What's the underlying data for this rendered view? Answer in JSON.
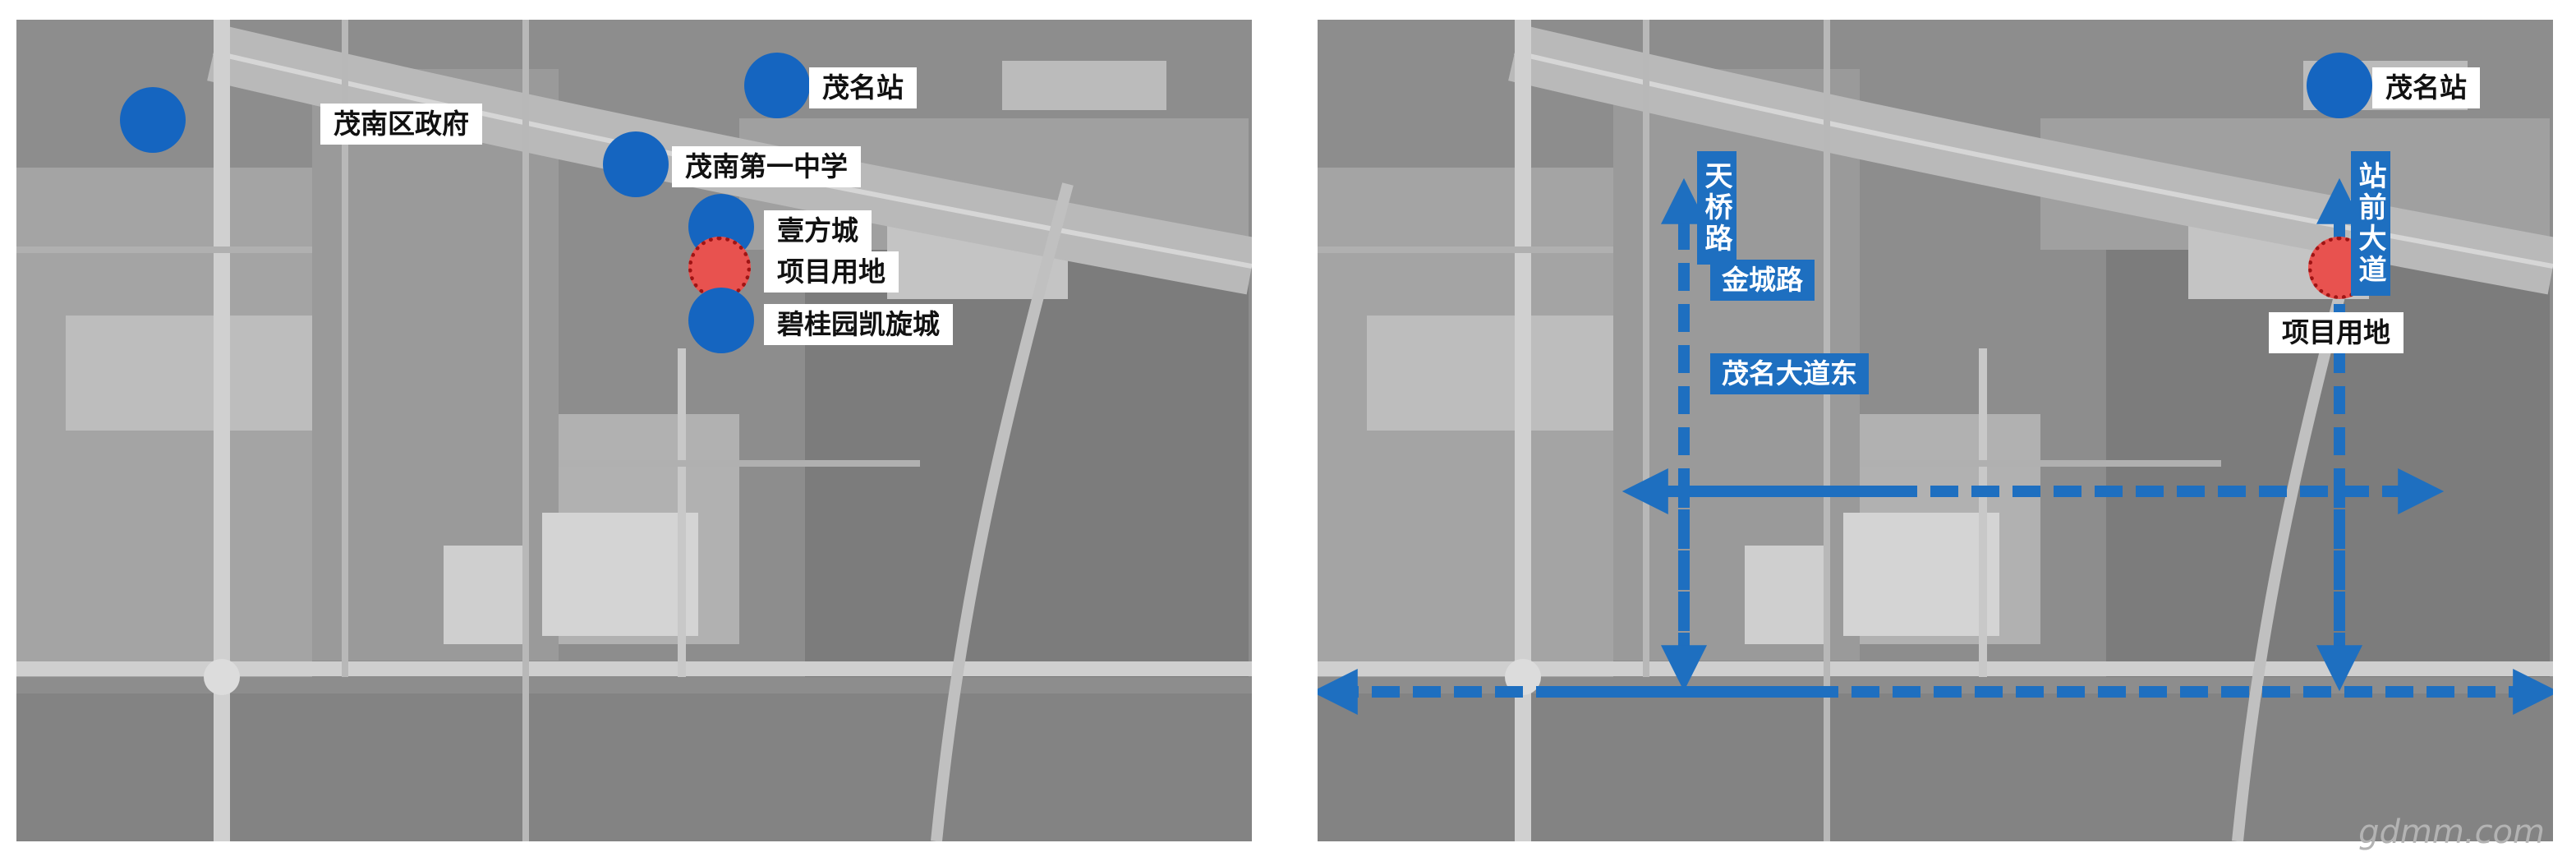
{
  "colors": {
    "marker_blue": "#1565c0",
    "road_blue": "#1e6fc0",
    "site_red": "#e8524f",
    "site_outline": "#a01414",
    "map_gray": "#8e8e8e"
  },
  "left_map": {
    "poi": [
      {
        "name": "茂名站",
        "icon": "location-dot"
      },
      {
        "name": "茂南区政府",
        "icon": "location-dot"
      },
      {
        "name": "茂南第一中学",
        "icon": "location-dot"
      },
      {
        "name": "壹方城",
        "icon": "location-dot"
      },
      {
        "name": "项目用地",
        "icon": "project-site-dot"
      },
      {
        "name": "碧桂园凯旋城",
        "icon": "location-dot"
      }
    ]
  },
  "right_map": {
    "station_label": "茂名站",
    "site_label": "项目用地",
    "roads": {
      "tianqiao": "天桥路",
      "zhanqian": "站前大道",
      "jincheng": "金城路",
      "maoming_east": "茂名大道东"
    }
  },
  "watermark": "gdmm.com"
}
